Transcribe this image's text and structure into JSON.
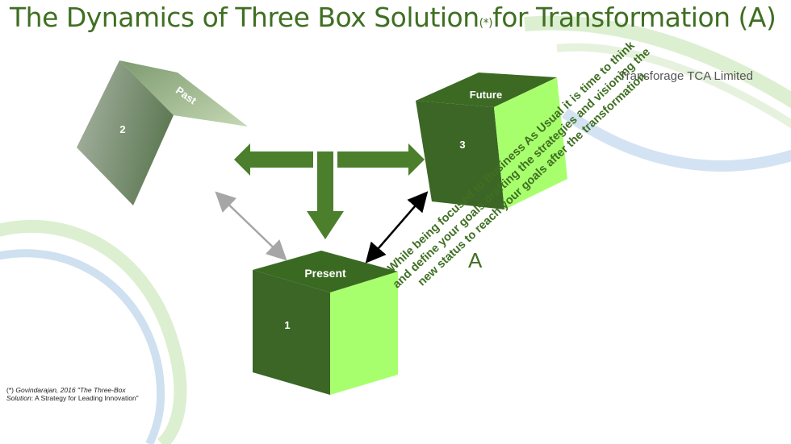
{
  "slide": {
    "title_main": "The Dynamics of Three Box Solution",
    "title_marker": "(*)",
    "title_end": "for Transformation (A)",
    "brand": "Transforage TCA Limited",
    "section_letter": "A",
    "footnote": {
      "marker": "(*)",
      "citation": "Govindarajan, 2016 \"The Three-Box Solution",
      "rest": ": A Strategy for Leading Innovation\""
    },
    "description": "While being focused to Business As Usual it is time to think and define your goals drafting the strategies and visioning the new status to reach your goals after the transformation"
  },
  "boxes": {
    "past": {
      "label": "Past",
      "number": "2"
    },
    "future": {
      "label": "Future",
      "number": "3"
    },
    "present": {
      "label": "Present",
      "number": "1"
    }
  },
  "colors": {
    "title": "#3f6f22",
    "cube_top": "#3a6a22",
    "cube_left": "#3b6625",
    "cube_right": "#a8ff6e",
    "arrow_green": "#4b7f2c",
    "arrow_gray": "#a6a6a6",
    "arrow_black": "#000000"
  }
}
